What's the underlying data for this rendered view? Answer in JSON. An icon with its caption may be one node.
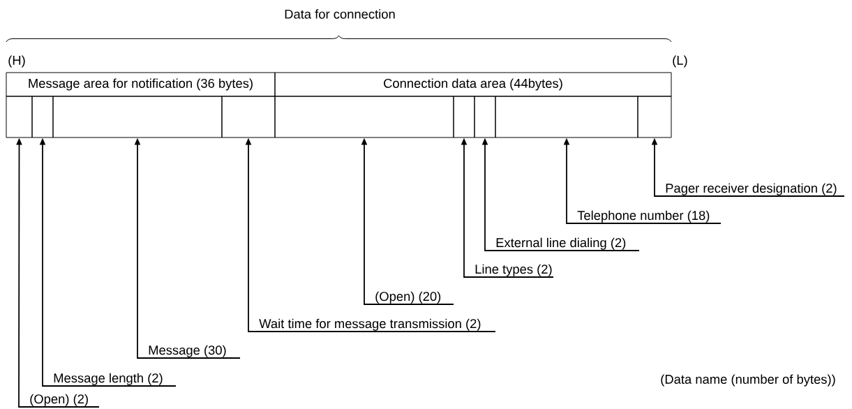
{
  "diagram": {
    "nodes": [
      {
        "text": [
          "Message area for notification (36 bytes)"
        ]
      },
      {
        "text": [
          "Connection data area (44bytes)"
        ]
      },
      {
        "text": [],
        "shape": "box"
      },
      {
        "text": [],
        "shape": "box"
      },
      {
        "text": [],
        "shape": "box"
      },
      {
        "text": [],
        "shape": "box"
      },
      {
        "text": [],
        "shape": "box"
      },
      {
        "text": [],
        "shape": "box"
      },
      {
        "text": [],
        "shape": "box"
      },
      {
        "text": [],
        "shape": "box"
      },
      {
        "text": [],
        "shape": "box"
      },
      {
        "text": [
          "(Open) (2)"
        ]
      },
      {
        "text": [
          "Message length (2)"
        ]
      },
      {
        "text": [
          "Message (30)"
        ]
      },
      {
        "text": [
          "Wait time for message transmission (2)"
        ]
      },
      {
        "text": [
          "(Open) (20)"
        ]
      },
      {
        "text": [
          "Line types (2)"
        ]
      },
      {
        "text": [
          "External line dialing (2)"
        ]
      },
      {
        "text": [
          "Telephone number (18)"
        ]
      },
      {
        "text": [
          "Pager receiver designation (2)"
        ]
      }
    ],
    "edges": [
      {
        "from": 11,
        "to": 2,
        "arrow": "to"
      },
      {
        "from": 12,
        "to": 3,
        "arrow": "to"
      },
      {
        "from": 13,
        "to": 4,
        "arrow": "to"
      },
      {
        "from": 14,
        "to": 5,
        "arrow": "to"
      },
      {
        "from": 15,
        "to": 6,
        "arrow": "to"
      },
      {
        "from": 16,
        "to": 7,
        "arrow": "to"
      },
      {
        "from": 17,
        "to": 8,
        "arrow": "to"
      },
      {
        "from": 18,
        "to": 9,
        "arrow": "to"
      },
      {
        "from": 19,
        "to": 10,
        "arrow": "to"
      }
    ],
    "labels": [
      "Data for connection",
      "(H)",
      "(L)",
      "(Data name (number of bytes))"
    ]
  }
}
